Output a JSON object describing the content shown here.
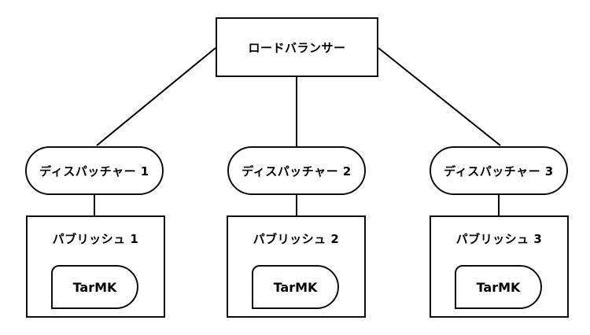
{
  "colors": {
    "background": "#ffffff",
    "node_fill": "#ffffff",
    "stroke": "#000000",
    "text": "#000000"
  },
  "nodes": {
    "load_balancer": {
      "label": "ロードバランサー"
    },
    "dispatchers": [
      {
        "label": "ディスパッチャー 1"
      },
      {
        "label": "ディスパッチャー 2"
      },
      {
        "label": "ディスパッチャー 3"
      }
    ],
    "publishers": [
      {
        "label": "パブリッシュ 1",
        "storage_label": "TarMK"
      },
      {
        "label": "パブリッシュ 2",
        "storage_label": "TarMK"
      },
      {
        "label": "パブリッシュ 3",
        "storage_label": "TarMK"
      }
    ]
  }
}
